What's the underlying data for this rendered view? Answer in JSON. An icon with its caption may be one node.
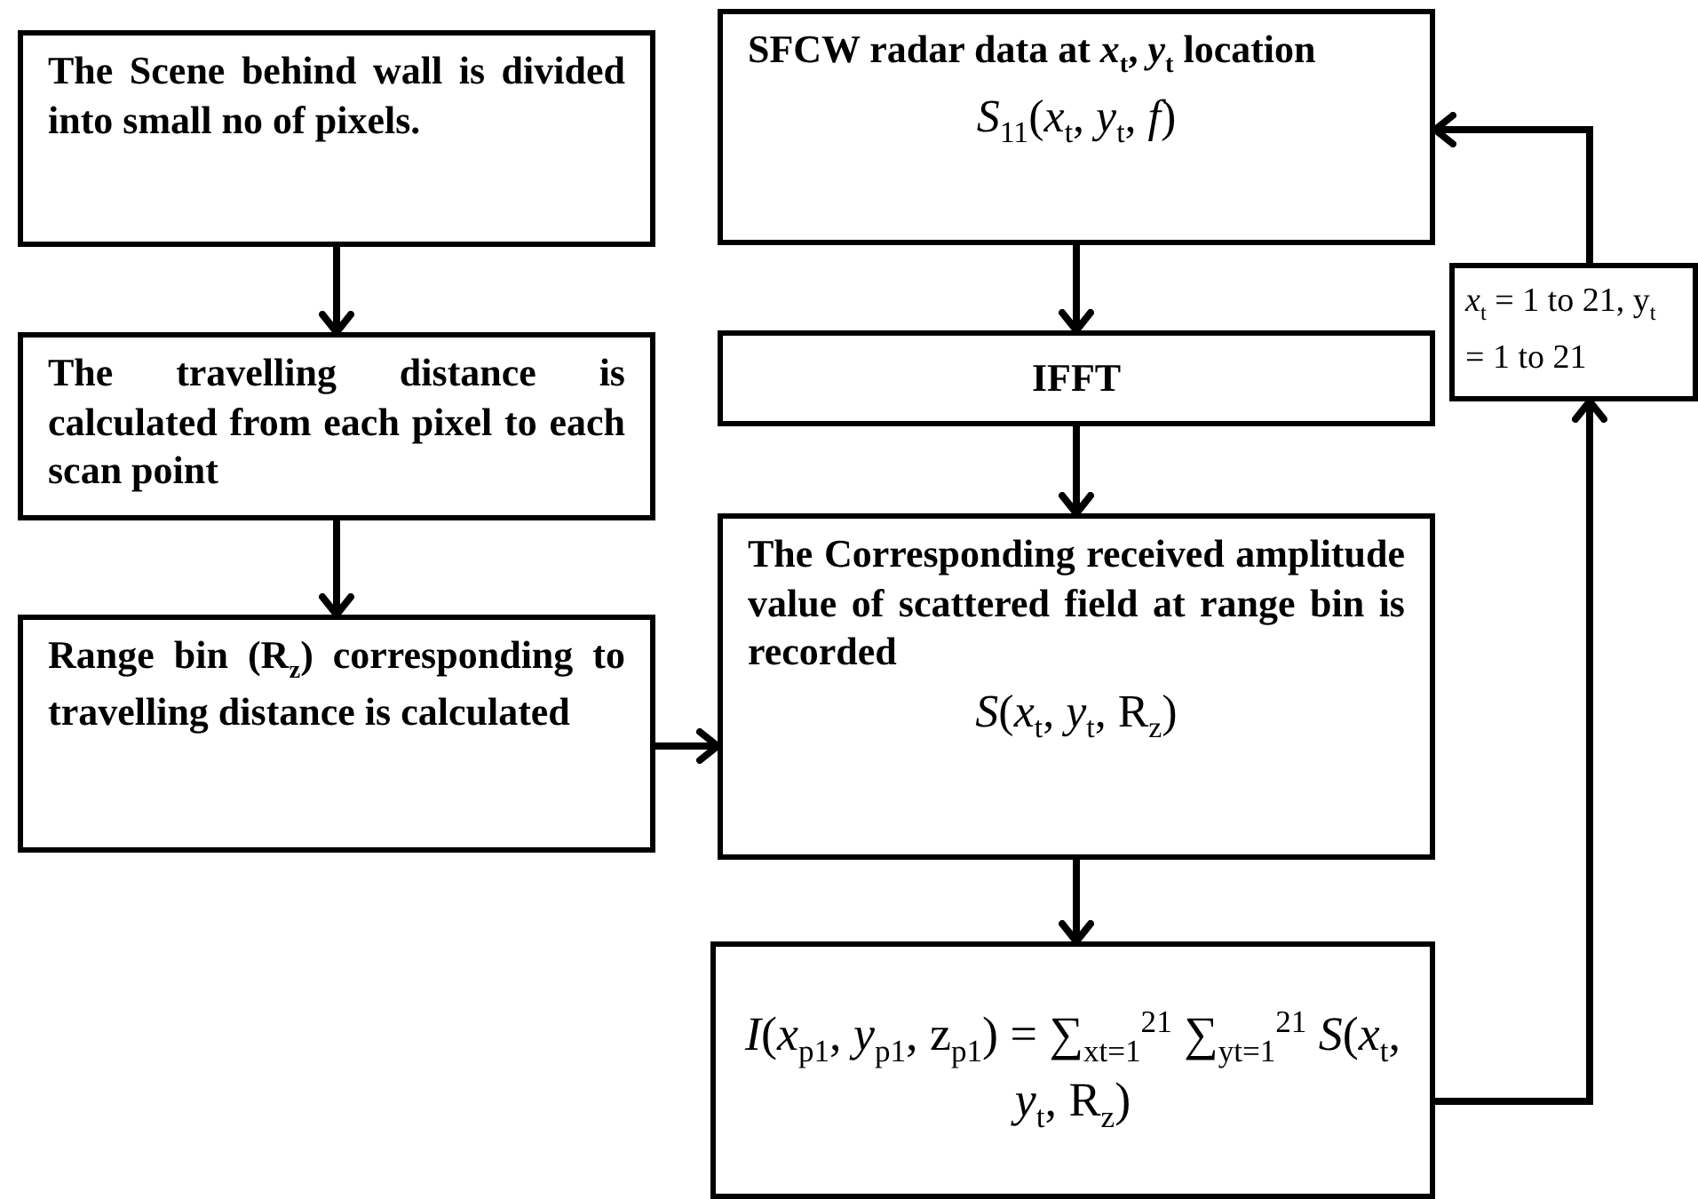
{
  "diagram": {
    "nodes": [
      {
        "text": [
          "The Scene behind wall is divided into small no of pixels."
        ]
      },
      {
        "text": [
          "The travelling distance is calculated from each pixel to each scan point"
        ]
      },
      {
        "text": [
          "Range bin (R$_{z}$) corresponding to travelling distance is calculated"
        ]
      },
      {
        "text": [
          "SFCW radar data at *x*$_{t}$, *y*$_{t}$ location",
          "*S*$_{11}$(*x*$_{t}$, *y*$_{t}$, *f*)"
        ]
      },
      {
        "text": [
          "IFFT"
        ]
      },
      {
        "text": [
          "The Corresponding received amplitude value of scattered field at range bin is recorded",
          "*S*(*x*$_{t}$, *y*$_{t}$, R$_{z}$)"
        ]
      },
      {
        "text": [
          "*I*(*x*$_{p1}$, *y*$_{p1}$, z$_{p1}$) = ∑$_{xt=1}$$^{21}$ ∑$_{yt=1}$$^{21}$ *S*(*x*$_{t}$, *y*$_{t}$, R$_{z}$)"
        ]
      },
      {
        "text": [
          "*x*$_{t}$ = 1 to 21, y$_{t}$ = 1 to 21"
        ]
      }
    ],
    "edges": [
      {
        "from": 0,
        "to": 1,
        "arrow": "to"
      },
      {
        "from": 1,
        "to": 2,
        "arrow": "to"
      },
      {
        "from": 2,
        "to": 5,
        "arrow": "to"
      },
      {
        "from": 3,
        "to": 4,
        "arrow": "to"
      },
      {
        "from": 4,
        "to": 5,
        "arrow": "to"
      },
      {
        "from": 5,
        "to": 6,
        "arrow": "to"
      },
      {
        "from": 6,
        "to": 7,
        "arrow": "to"
      },
      {
        "from": 7,
        "to": 3,
        "arrow": "to"
      }
    ]
  }
}
